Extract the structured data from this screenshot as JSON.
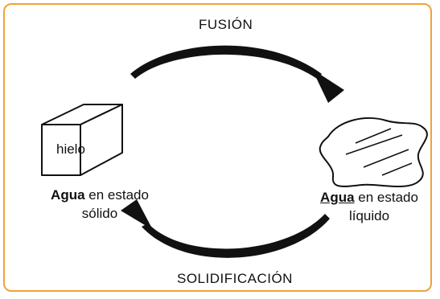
{
  "diagram": {
    "top_label": "FUSIÓN",
    "bottom_label": "SOLIDIFICACIÓN",
    "ice_label": "hielo",
    "left_caption": {
      "bold": "Agua",
      "rest_line1": " en estado",
      "line2": "sólido"
    },
    "right_caption": {
      "bold": "Agua",
      "rest_line1": " en estado",
      "line2": "líquido"
    },
    "colors": {
      "frame": "#f0a23a",
      "ink": "#111111"
    }
  }
}
